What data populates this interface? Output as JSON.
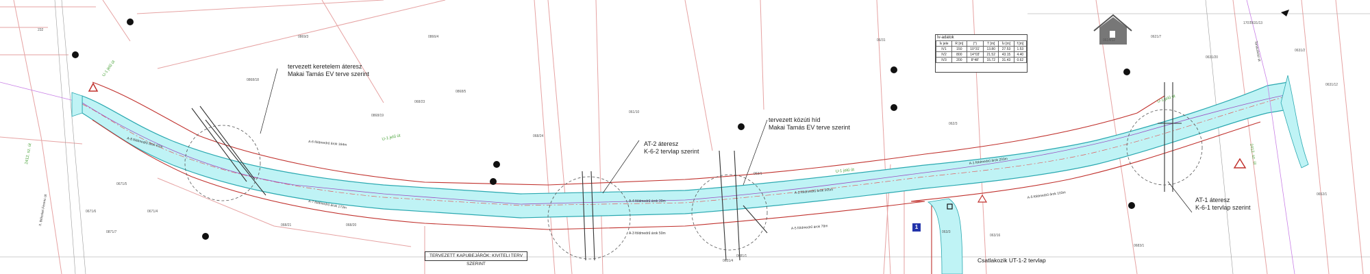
{
  "annotations": {
    "keretelem": [
      "tervezett keretelem áteresz",
      "Makai Tamás EV terve szerint"
    ],
    "kozuti_hid": [
      "tervezett közúti híd",
      "Makai Tamás EV terve szerint"
    ],
    "at2": [
      "AT-2 áteresz",
      "K-6-2 tervlap szerint"
    ],
    "at1": [
      "AT-1 áteresz",
      "K-6-1 tervlap szerint"
    ],
    "csatlakozik": "Csatlakozik UT-1-2 tervlap",
    "kapubejarok": "TERVEZETT KAPUBEJÁRÓK: KIVITELI TERV SZERINT",
    "marker": "1"
  },
  "ditch_labels": {
    "a6": "A-6 földmedrű árok 164m",
    "a8": "A-8 földmedrű árok 62m",
    "a7": "A-7 földmedrű árok 173m",
    "a4": "A-4 földmedrű árok 30m",
    "a3": "A-3 földmedrű árok 50m",
    "a1": "A-1 földmedrű árok 203m",
    "a2": "A-2 földmedrű árok 205m",
    "a5": "A-5 földmedrű árok 78m",
    "a9": "A-5 földmedrű árok 103m"
  },
  "road_labels": {
    "u1_left": "U-1 jelű út",
    "u1_mid": "U-1 jelű út",
    "u1_center": "U-1 jelű út",
    "u1_right": "U-1 jelű út",
    "bolcskei": "II. Bölcskei Ferenc út",
    "tanacs": "Tanácsközi út",
    "road_2412": "2412. sz. út",
    "road_2412b": "2412. sz. út"
  },
  "parcel_labels": [
    "232",
    "0869/3",
    "0866/4",
    "0868/5",
    "0868/18",
    "068/20",
    "0868/19",
    "068/23",
    "068/24",
    "061/10",
    "062/3",
    "0614/12",
    "0631/13",
    "0631/20",
    "0631/2",
    "0631/12",
    "06/31",
    "063/1",
    "063/3",
    "0671/5",
    "0671/4",
    "0671/6",
    "0871/7",
    "0681/1",
    "0683/1",
    "068/21",
    "063/16",
    "0631/4",
    "1707",
    "0621/7",
    "0652/1"
  ],
  "legend": {
    "title": "Ív-adatok",
    "headers": [
      "Ív jele",
      "R [m]",
      "(°)",
      "T [m]",
      "Ív [m]",
      "f [m]"
    ],
    "rows": [
      [
        "IV1",
        "150",
        "10°31'",
        "13.80",
        "27.53",
        "1.53"
      ],
      [
        "IV2",
        "800",
        "14°03'",
        "21.52",
        "43.15",
        "4.40"
      ],
      [
        "IV3",
        "200",
        "8°48'",
        "15.72",
        "31.43",
        "0.62"
      ]
    ]
  },
  "colors": {
    "road": "#bff3f5",
    "road_edge": "#2aa8b0",
    "ditch": "#c0302c",
    "boundary": "#e6a2a2",
    "green_text": "#4aa33a",
    "purple": "#9a4ec2"
  }
}
